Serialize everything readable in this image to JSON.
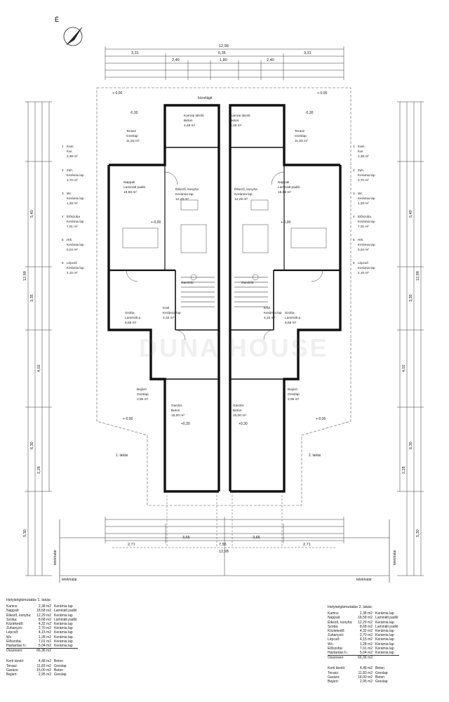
{
  "north_label": "É",
  "watermark": "DUNA HOUSE",
  "plan_labels": {
    "sidewalk": "közvilágit",
    "lot_line_left": "telekhatár",
    "lot_line_right": "telekhatár",
    "lot_line_bottom_left": "telekhatár",
    "lot_line_bottom_right": "telekhatár",
    "unit1": "1. lakás",
    "unit2": "2. lakás"
  },
  "dims_top": [
    "12,98",
    "3,31",
    "6,35",
    "3,31",
    "2,40",
    "1,80",
    "2,40"
  ],
  "dims_bottom": [
    "12,98",
    "2,71",
    "7,55",
    "2,71",
    "3,65",
    "3,65"
  ],
  "dims_left": [
    "12,98",
    "5,40",
    "3,35",
    "6,30",
    "5,30",
    "2,28",
    "4,02"
  ],
  "dims_right": [
    "12,98",
    "5,40",
    "3,35",
    "6,30",
    "5,30",
    "2,28",
    "4,02"
  ],
  "levels": {
    "top_l": "+-0,00",
    "top_r": "+-0,00",
    "terrace_l": "-0,30",
    "terrace_r": "-0,30",
    "living_l": "+-0,00",
    "living_r": "+-0,00",
    "garage_l": "+-0,00",
    "garage_r": "+-0,00",
    "g_l": "+0,30",
    "g_r": "+0,30"
  },
  "rooms_left": [
    {
      "name": "Kamrai tároló",
      "floor": "Beton",
      "area": "4,48 m²"
    },
    {
      "name": "Terasz",
      "floor": "Greslap",
      "area": "11,83 m²"
    },
    {
      "name": "Nappali",
      "floor": "Laminált padló",
      "area": "18,58 m²"
    },
    {
      "name": "Étkező, konyha",
      "floor": "Kerámia lap",
      "area": "12,29 m²"
    },
    {
      "name": "Szoba",
      "floor": "Laminált p.",
      "area": "8,68 m²"
    },
    {
      "name": "Közl.",
      "floor": "Kerámia lap",
      "area": "4,32 m²"
    },
    {
      "name": "Gardrób",
      "floor": "",
      "area": ""
    },
    {
      "name": "Bejáró",
      "floor": "Greslap",
      "area": "2,95 m²"
    },
    {
      "name": "Gardzs",
      "floor": "Beton",
      "area": "15,00 m²"
    }
  ],
  "rooms_right": [
    {
      "name": "Kamrai tároló",
      "floor": "Beton",
      "area": "4,48 m²"
    },
    {
      "name": "Terasz",
      "floor": "Greslap",
      "area": "11,83 m²"
    },
    {
      "name": "Nappali",
      "floor": "Laminált padló",
      "area": "18,58 m²"
    },
    {
      "name": "Étkező, konyha",
      "floor": "Kerámia lap",
      "area": "12,29 m²"
    },
    {
      "name": "Szoba",
      "floor": "Laminált p.",
      "area": "8,68 m²"
    },
    {
      "name": "Közl.",
      "floor": "Kerámia lap",
      "area": "4,32 m²"
    },
    {
      "name": "Gardrób",
      "floor": "",
      "area": ""
    },
    {
      "name": "Bejáró",
      "floor": "Greslap",
      "area": "2,95 m²"
    },
    {
      "name": "Gardzs",
      "floor": "Beton",
      "area": "15,00 m²"
    }
  ],
  "side_rooms_left": [
    {
      "no": "1",
      "name": "Kam.",
      "floor": "Kar.",
      "area": "2,38 m²"
    },
    {
      "no": "2",
      "name": "Zuh.",
      "floor": "Kerámia lap",
      "area": "2,70 m²"
    },
    {
      "no": "3",
      "name": "Wc",
      "floor": "Kerámia lap",
      "area": "1,28 m²"
    },
    {
      "no": "4",
      "name": "Előszoba",
      "floor": "Kerámia lap",
      "area": "7,01 m²"
    },
    {
      "no": "5",
      "name": "Hth.",
      "floor": "Kerámia lap",
      "area": "5,04 m²"
    },
    {
      "no": "6",
      "name": "Lépcső",
      "floor": "Kerámia lap",
      "area": "4,15 m²"
    }
  ],
  "side_rooms_right": [
    {
      "no": "1",
      "name": "Kam.",
      "floor": "Kar.",
      "area": "2,38 m²"
    },
    {
      "no": "2",
      "name": "Zuh.",
      "floor": "Kerámia lap",
      "area": "2,70 m²"
    },
    {
      "no": "3",
      "name": "Wc",
      "floor": "Kerámia lap",
      "area": "1,28 m²"
    },
    {
      "no": "4",
      "name": "Előszoba",
      "floor": "Kerámia lap",
      "area": "7,01 m²"
    },
    {
      "no": "5",
      "name": "Hth.",
      "floor": "Kerámia lap",
      "area": "5,04 m²"
    },
    {
      "no": "6",
      "name": "Lépcső",
      "floor": "Kerámia lap",
      "area": "4,15 m²"
    }
  ],
  "table1": {
    "title": "Helyiségkimutatás 1. lakás:",
    "rows": [
      [
        "Kamra:",
        "2,38 m2",
        "Kerámia lap"
      ],
      [
        "Nappali:",
        "18,58 m2",
        "Laminált padló"
      ],
      [
        "Étkező, konyha:",
        "12,29 m2",
        "Kerámia lap"
      ],
      [
        "Szoba:",
        "8,68 m2",
        "Laminált padló"
      ],
      [
        "Közlekedő:",
        "4,32 m2",
        "Kerámia lap"
      ],
      [
        "Zuhanyzó:",
        "2,70 m2",
        "Kerámia lap"
      ],
      [
        "Lépcső:",
        "4,15 m2",
        "Kerámia lap"
      ],
      [
        "Wc:",
        "1,28 m2",
        "Kerámia lap"
      ],
      [
        "Előszoba:",
        "7,01 m2",
        "Kerámia lap"
      ],
      [
        "Háztartási h.:",
        "5,04 m2",
        "Kerámia lap"
      ]
    ],
    "sum": [
      "Összesen:",
      "66,36 m2",
      ""
    ],
    "rows2": [
      [
        "Kerti tároló:",
        "4,48 m2",
        "Beton"
      ],
      [
        "Terasz:",
        "11,83 m2",
        "Greslap"
      ],
      [
        "Garázs:",
        "15,00 m2",
        "Beton"
      ],
      [
        "Bejáró:",
        "2,95 m2",
        "Greslap"
      ]
    ]
  },
  "table2": {
    "title": "Helyiségkimutatás 2. lakás:",
    "rows": [
      [
        "Kamra:",
        "2,38 m2",
        "Kerámia lap"
      ],
      [
        "Nappali:",
        "18,58 m2",
        "Laminált padló"
      ],
      [
        "Étkező, konyha:",
        "12,29 m2",
        "Kerámia lap"
      ],
      [
        "Szoba:",
        "8,68 m2",
        "Laminált padló"
      ],
      [
        "Közlekedő:",
        "4,32 m2",
        "Kerámia lap"
      ],
      [
        "Zuhanyzó:",
        "2,70 m2",
        "Kerámia lap"
      ],
      [
        "Lépcső:",
        "4,15 m2",
        "Kerámia lap"
      ],
      [
        "Wc:",
        "1,28 m2",
        "Kerámia lap"
      ],
      [
        "Előszoba:",
        "7,01 m2",
        "Kerámia lap"
      ],
      [
        "Háztartási h.:",
        "5,04 m2",
        "Kerámia lap"
      ]
    ],
    "sum": [
      "Összesen:",
      "66,36 m2",
      ""
    ],
    "rows2": [
      [
        "Kerti tároló:",
        "4,48 m2",
        "Beton"
      ],
      [
        "Terasz:",
        "11,83 m2",
        "Greslap"
      ],
      [
        "Garázs:",
        "18,00 m2",
        "Beton"
      ],
      [
        "Bejáró:",
        "2,95 m2",
        "Greslap"
      ]
    ]
  }
}
